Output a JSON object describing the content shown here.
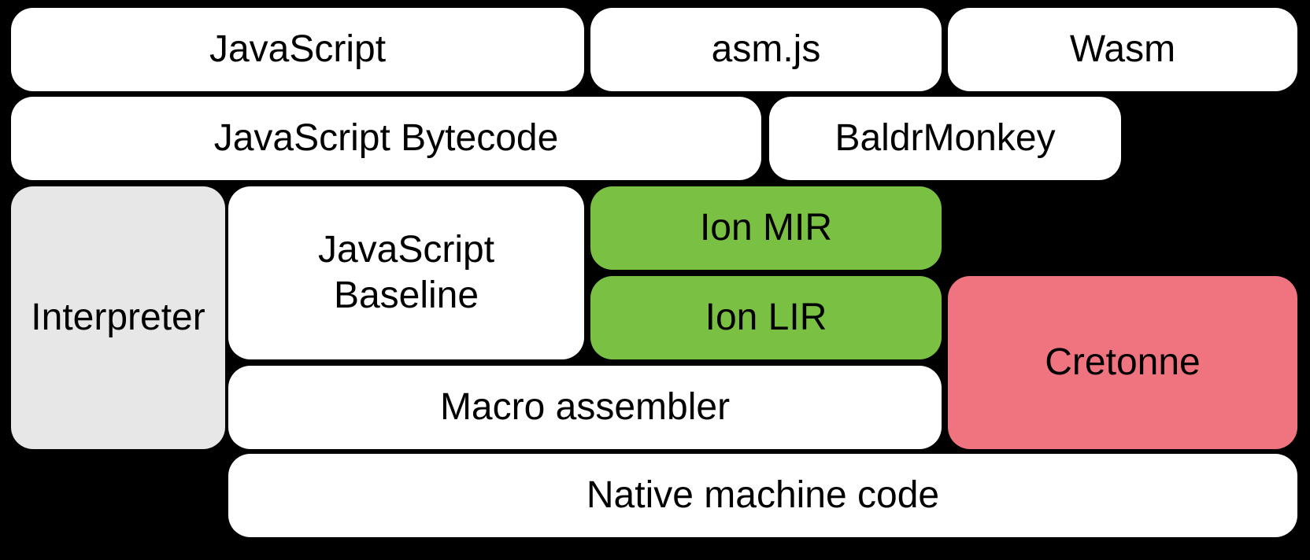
{
  "colors": {
    "background": "#000000",
    "box_default": "#ffffff",
    "box_interpreter": "#e7e7e7",
    "box_ion": "#7ac143",
    "box_cretonne": "#f0747f",
    "text": "#000000"
  },
  "nodes": {
    "javascript": {
      "label": "JavaScript"
    },
    "asmjs": {
      "label": "asm.js"
    },
    "wasm": {
      "label": "Wasm"
    },
    "bytecode": {
      "label": "JavaScript Bytecode"
    },
    "baldrmonkey": {
      "label": "BaldrMonkey"
    },
    "interpreter": {
      "label": "Interpreter"
    },
    "baseline": {
      "label": "JavaScript\nBaseline"
    },
    "ion_mir": {
      "label": "Ion MIR"
    },
    "ion_lir": {
      "label": "Ion LIR"
    },
    "cretonne": {
      "label": "Cretonne"
    },
    "macro_assembler": {
      "label": "Macro assembler"
    },
    "native": {
      "label": "Native machine code"
    }
  }
}
